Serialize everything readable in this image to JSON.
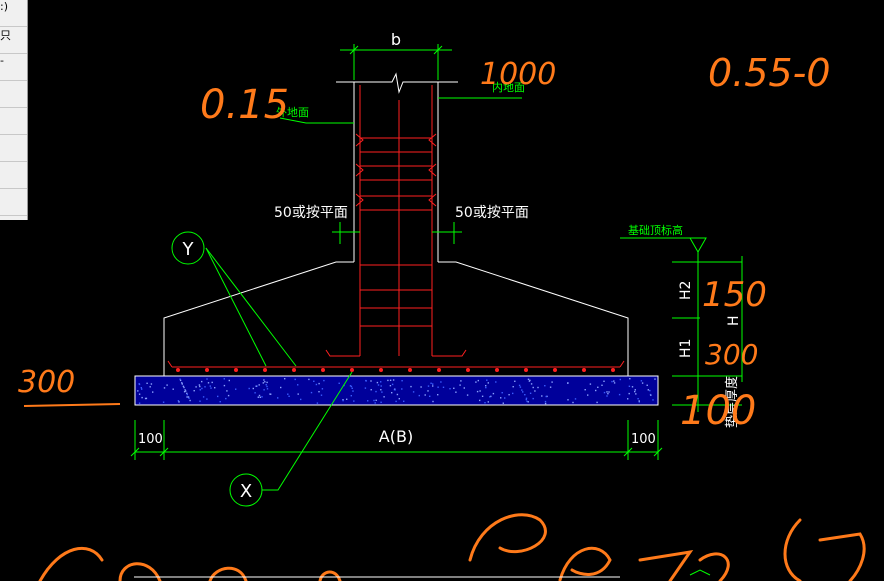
{
  "panel": {
    "items": [
      ":)",
      "只",
      "-",
      "",
      "",
      "",
      "",
      ""
    ]
  },
  "drawing": {
    "dim_b": "b",
    "label_inner_ground": "内地面",
    "label_outer_ground": "外地面",
    "label_left_offset": "50或按平面",
    "label_right_offset": "50或按平面",
    "label_foundation_top": "基础顶标高",
    "label_h2": "H2",
    "label_h1": "H1",
    "label_h": "H",
    "label_cushion": "垫层厚度",
    "callout_y": "Y",
    "callout_x": "X",
    "dim_left_100": "100",
    "dim_right_100": "100",
    "dim_span": "A(B)",
    "colors": {
      "outline": "#ffffff",
      "dimension": "#00ff00",
      "rebar": "#ff2020",
      "cushion_fill": "#00009a",
      "annotation": "#ff7a1a"
    }
  },
  "handwriting": {
    "note_015": "0.15",
    "note_1000": "1000",
    "note_055": "0.55-0",
    "note_150": "150",
    "note_300_h1": "300",
    "note_100": "100",
    "note_300_left": "300"
  }
}
